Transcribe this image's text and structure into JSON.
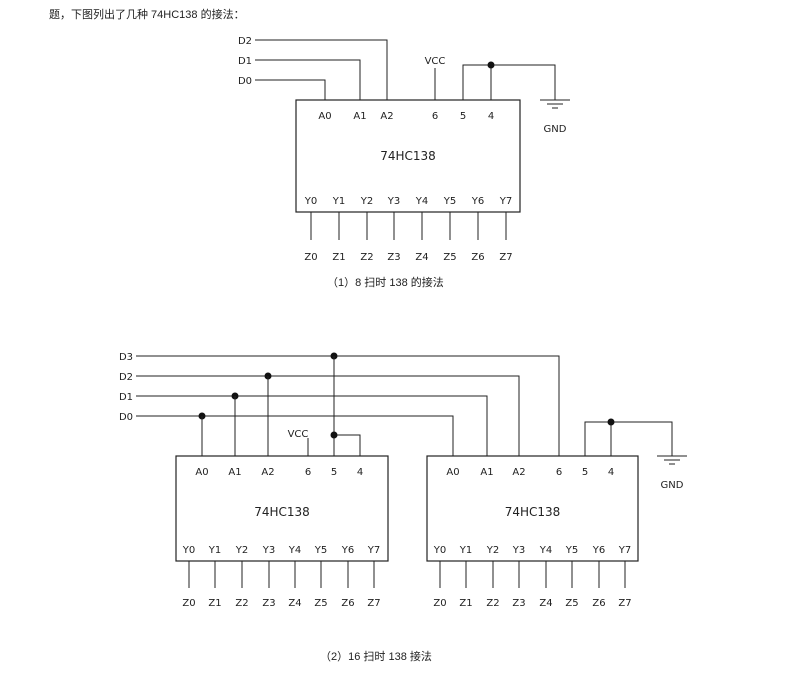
{
  "intro_text": "题，下图列出了几种 74HC138 的接法：",
  "diagram1": {
    "caption": "（1）8 扫时 138 的接法",
    "chip_label": "74HC138",
    "inputs": [
      "D2",
      "D1",
      "D0"
    ],
    "top_pins": [
      "A0",
      "A1",
      "A2",
      "6",
      "5",
      "4"
    ],
    "bottom_pins": [
      "Y0",
      "Y1",
      "Y2",
      "Y3",
      "Y4",
      "Y5",
      "Y6",
      "Y7"
    ],
    "outputs": [
      "Z0",
      "Z1",
      "Z2",
      "Z3",
      "Z4",
      "Z5",
      "Z6",
      "Z7"
    ],
    "vcc_label": "VCC",
    "gnd_label": "GND"
  },
  "diagram2": {
    "caption": "（2）16 扫时 138 接法",
    "inputs": [
      "D3",
      "D2",
      "D1",
      "D0"
    ],
    "vcc_label": "VCC",
    "gnd_label": "GND",
    "chips": [
      {
        "chip_label": "74HC138",
        "top_pins": [
          "A0",
          "A1",
          "A2",
          "6",
          "5",
          "4"
        ],
        "bottom_pins": [
          "Y0",
          "Y1",
          "Y2",
          "Y3",
          "Y4",
          "Y5",
          "Y6",
          "Y7"
        ],
        "outputs": [
          "Z0",
          "Z1",
          "Z2",
          "Z3",
          "Z4",
          "Z5",
          "Z6",
          "Z7"
        ]
      },
      {
        "chip_label": "74HC138",
        "top_pins": [
          "A0",
          "A1",
          "A2",
          "6",
          "5",
          "4"
        ],
        "bottom_pins": [
          "Y0",
          "Y1",
          "Y2",
          "Y3",
          "Y4",
          "Y5",
          "Y6",
          "Y7"
        ],
        "outputs": [
          "Z0",
          "Z1",
          "Z2",
          "Z3",
          "Z4",
          "Z5",
          "Z6",
          "Z7"
        ]
      }
    ]
  }
}
